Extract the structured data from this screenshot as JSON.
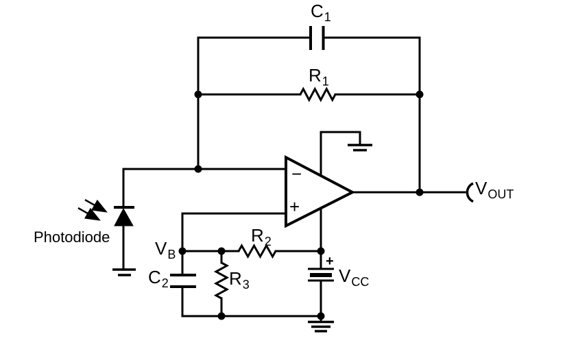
{
  "colors": {
    "ink": "#000000",
    "background": "#ffffff"
  },
  "labels": {
    "c1": {
      "name": "C",
      "sub": "1"
    },
    "r1": {
      "name": "R",
      "sub": "1"
    },
    "r2": {
      "name": "R",
      "sub": "2"
    },
    "r3": {
      "name": "R",
      "sub": "3"
    },
    "c2": {
      "name": "C",
      "sub": "2"
    },
    "vb": {
      "name": "V",
      "sub": "B"
    },
    "vcc": {
      "name": "V",
      "sub": "CC"
    },
    "vout": {
      "name": "V",
      "sub": "OUT"
    },
    "photodiode": "Photodiode",
    "opamp": {
      "inverting": "−",
      "noninverting": "+"
    },
    "battery_polarity": "+"
  }
}
